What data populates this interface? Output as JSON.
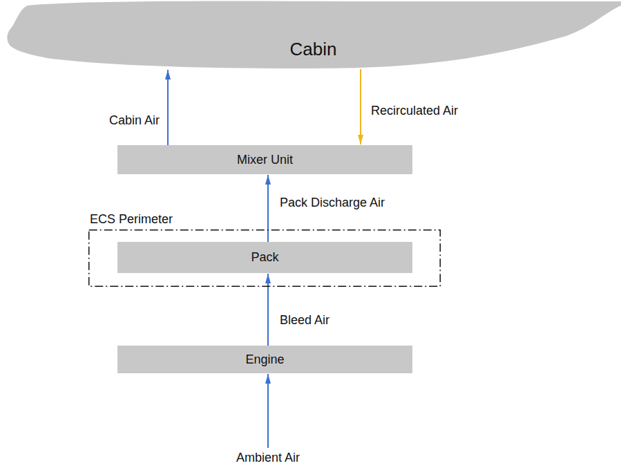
{
  "diagram": {
    "nodes": [
      {
        "text": [
          "Cabin"
        ]
      },
      {
        "text": [
          "Mixer Unit"
        ]
      },
      {
        "text": [
          "ECS Perimeter"
        ]
      },
      {
        "text": [
          "Pack"
        ],
        "in": 2
      },
      {
        "text": [
          "Engine"
        ]
      }
    ],
    "edges": [
      {
        "from": 4,
        "to": 3,
        "label": "Bleed Air",
        "arrow": "to"
      },
      {
        "from": 3,
        "to": 1,
        "label": "Pack Discharge Air",
        "arrow": "to"
      },
      {
        "from": 1,
        "to": 0,
        "label": "Cabin Air",
        "arrow": "to"
      },
      {
        "from": 0,
        "to": 1,
        "label": "Recirculated Air",
        "arrow": "to"
      }
    ],
    "labels": [
      "Ambient Air"
    ]
  }
}
